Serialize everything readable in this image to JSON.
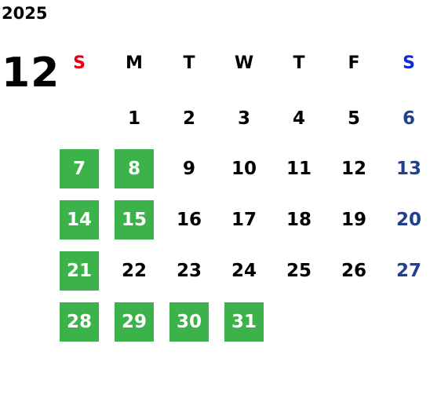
{
  "calendar": {
    "year": "2025",
    "month": "12",
    "weekday_headers": [
      "S",
      "M",
      "T",
      "W",
      "T",
      "F",
      "S"
    ],
    "weeks": [
      [
        "",
        "1",
        "2",
        "3",
        "4",
        "5",
        "6"
      ],
      [
        "7",
        "8",
        "9",
        "10",
        "11",
        "12",
        "13"
      ],
      [
        "14",
        "15",
        "16",
        "17",
        "18",
        "19",
        "20"
      ],
      [
        "21",
        "22",
        "23",
        "24",
        "25",
        "26",
        "27"
      ],
      [
        "28",
        "29",
        "30",
        "31",
        "",
        "",
        ""
      ]
    ],
    "highlighted_days": [
      "7",
      "8",
      "14",
      "15",
      "21",
      "28",
      "29",
      "30",
      "31"
    ],
    "colors": {
      "highlight": "#3cb24a",
      "sunday_header": "#e60012",
      "saturday_header": "#0a2bd8",
      "saturday": "#1f3f8f"
    }
  }
}
